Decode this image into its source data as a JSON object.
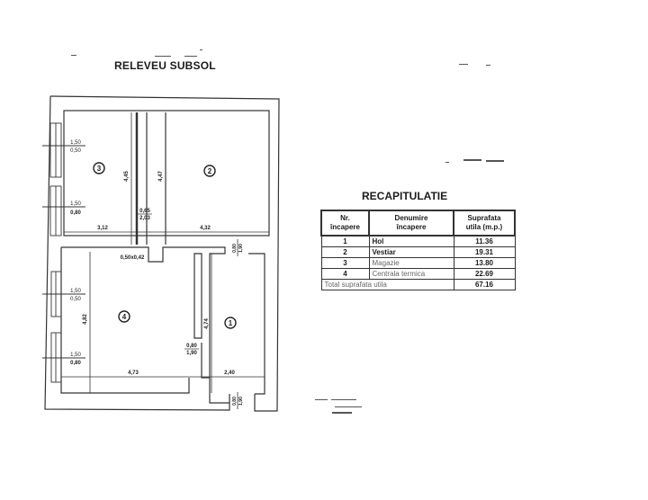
{
  "document": {
    "title": "RELEVEU  SUBSOL",
    "floor_plan": {
      "rooms": [
        {
          "number": "3",
          "label": "3"
        },
        {
          "number": "2",
          "label": "2"
        },
        {
          "number": "4",
          "label": "4"
        },
        {
          "number": "1",
          "label": "1"
        }
      ],
      "dimensions": {
        "room3_width": "3,12",
        "room3_height": "4,45",
        "room2_width": "4,32",
        "room2_height": "4,47",
        "corridor_door": "0,65\n2,03",
        "corridor_door_top": "0,65",
        "corridor_door_bottom": "2,03",
        "niche": "0,50x0,42",
        "room4_width": "4,73",
        "room4_height": "4,82",
        "room1_width": "2,40",
        "room1_height": "4,74",
        "door4_top": "0,80",
        "door4_bottom": "1,90",
        "door_right_top_a": "0,80",
        "door_right_top_b": "1,90",
        "door_right_bottom_a": "0,80",
        "door_right_bottom_b": "1,90",
        "win1_top": "1,50",
        "win1_bottom": "0,50",
        "win2_top": "1,50",
        "win2_bottom": "0,80",
        "win3_top": "1,50",
        "win3_bottom": "0,50",
        "win4_top": "1,50",
        "win4_bottom": "0,80"
      }
    },
    "recap": {
      "title": "RECAPITULATIE",
      "headers": {
        "nr_line1": "Nr.",
        "nr_line2": "încapere",
        "name_line1": "Denumire",
        "name_line2": "încapere",
        "area_line1": "Suprafata",
        "area_line2": "utila  (m.p.)"
      },
      "rows": [
        {
          "nr": "1",
          "name": "Hol",
          "area": "11.36"
        },
        {
          "nr": "2",
          "name": "Vestiar",
          "area": "19.31"
        },
        {
          "nr": "3",
          "name": "Magazie",
          "area": "13.80"
        },
        {
          "nr": "4",
          "name": "Centrala termica",
          "area": "22.69"
        }
      ],
      "total": {
        "label": "Total suprafata utila",
        "area": "67.16"
      }
    }
  }
}
